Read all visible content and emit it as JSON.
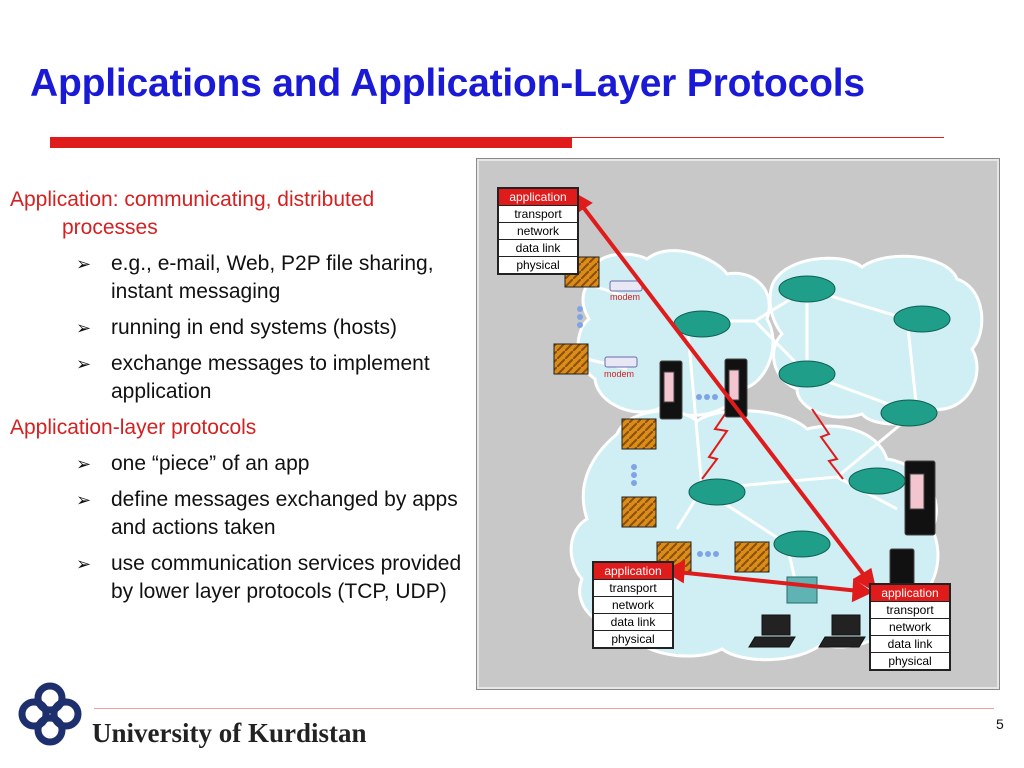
{
  "slide": {
    "title": "Applications and Application-Layer Protocols",
    "page_number": "5",
    "institution": "University of Kurdistan"
  },
  "bullets": {
    "b1": "Application: communicating, distributed processes",
    "b1_1": "e.g., e-mail, Web, P2P file sharing, instant messaging",
    "b1_2": "running in end systems (hosts)",
    "b1_3": "exchange messages to implement application",
    "b2": "Application-layer protocols",
    "b2_1": "one “piece” of an app",
    "b2_2": "define messages exchanged by apps and actions taken",
    "b2_3": "use communication services provided by lower layer protocols (TCP, UDP)",
    "marker": "➢"
  },
  "diagram": {
    "stack_top": [
      "application",
      "transport",
      "network",
      "data link",
      "physical"
    ],
    "stack_mid": [
      "application",
      "transport",
      "network",
      "data link",
      "physical"
    ],
    "stack_right": [
      "application",
      "transport",
      "network",
      "data link",
      "physical"
    ],
    "modem_1": "modem",
    "modem_2": "modem"
  },
  "colors": {
    "title": "#1a1ad6",
    "accent_red": "#e01b1b",
    "cloud": "#cfeff4",
    "router": "#1f9e8a"
  }
}
